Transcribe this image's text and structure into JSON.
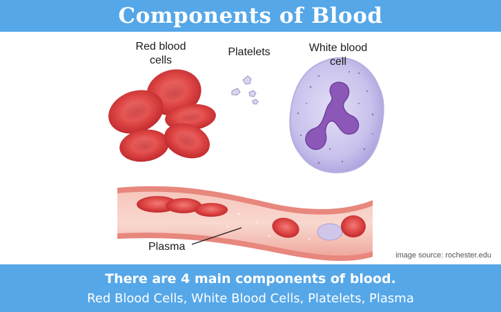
{
  "title": "Components of Blood",
  "labels": {
    "red_blood_cells_line1": "Red blood",
    "red_blood_cells_line2": "cells",
    "platelets": "Platelets",
    "white_blood_cell_line1": "White blood",
    "white_blood_cell_line2": "cell",
    "plasma": "Plasma"
  },
  "source": "image source: rochester.edu",
  "summary": "There are 4 main components of blood.",
  "components_list": "Red Blood Cells, White Blood Cells, Platelets, Plasma",
  "colors": {
    "banner": "#55a7e8",
    "banner_text": "#ffffff",
    "red_cell": "#d8373a",
    "white_cell": "#c9c3ec",
    "nucleus": "#8b58b8",
    "vessel": "#f3b1a8"
  },
  "icons": [
    "red-blood-cell-icon",
    "platelet-icon",
    "white-blood-cell-icon",
    "blood-vessel-icon"
  ]
}
